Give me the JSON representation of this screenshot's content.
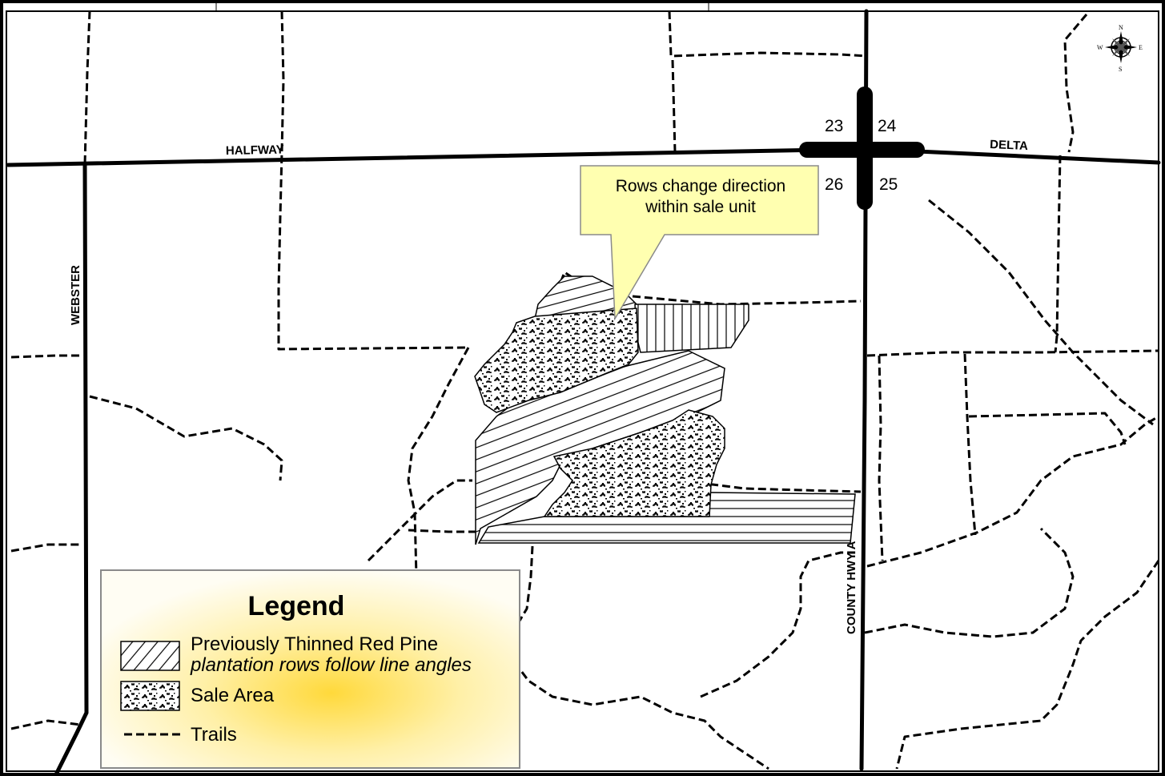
{
  "roads": {
    "halfway": "HALFWAY",
    "delta": "DELTA",
    "webster": "WEBSTER",
    "county_hwy": "COUNTY HWY A"
  },
  "sections": [
    "23",
    "24",
    "26",
    "25"
  ],
  "compass": {
    "n": "N",
    "e": "E",
    "s": "S",
    "w": "W"
  },
  "callout": {
    "line1": "Rows change direction",
    "line2": "within sale unit"
  },
  "legend": {
    "title": "Legend",
    "thinned_label": "Previously Thinned Red Pine",
    "thinned_sub": "plantation rows follow line angles",
    "sale_area_label": "Sale Area",
    "trails_label": "Trails"
  },
  "colors": {
    "road": "#000000",
    "callout_fill": "#FFFFB0",
    "legend_glow": "#FFD93B"
  }
}
